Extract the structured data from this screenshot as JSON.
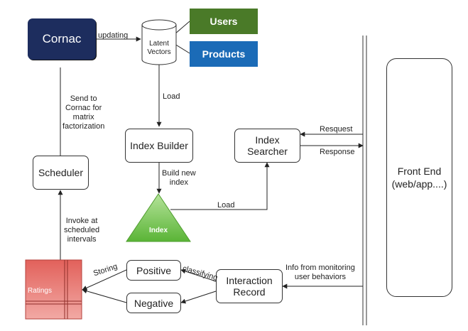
{
  "nodes": {
    "cornac": "Cornac",
    "latent_vectors": [
      "Latent",
      "Vectors"
    ],
    "users": "Users",
    "products": "Products",
    "index_builder": "Index Builder",
    "index_searcher": [
      "Index",
      "Searcher"
    ],
    "scheduler": "Scheduler",
    "index": "Index",
    "front_end": [
      "Front End",
      "(web/app....)"
    ],
    "positive": "Positive",
    "negative": "Negative",
    "interaction_record": [
      "Interaction",
      "Record"
    ],
    "ratings": "Ratings"
  },
  "edges": {
    "updating": "updating",
    "load_top": "Load",
    "send_to_cornac": [
      "Send to",
      "Cornac for",
      "matrix",
      "factorization"
    ],
    "build_new_index": [
      "Build new",
      "index"
    ],
    "load_index": "Load",
    "request": "Resquest",
    "response": "Response",
    "invoke": [
      "Invoke at",
      "scheduled",
      "intervals"
    ],
    "classifying": "classifying",
    "storing": "Storing",
    "info_monitoring": [
      "Info from monitoring",
      "user behaviors"
    ]
  },
  "colors": {
    "cornac": "#1d2d5e",
    "users": "#4a7a28",
    "products": "#1b6bb7",
    "index": "#6cc24a",
    "ratings": "#d9534f"
  }
}
